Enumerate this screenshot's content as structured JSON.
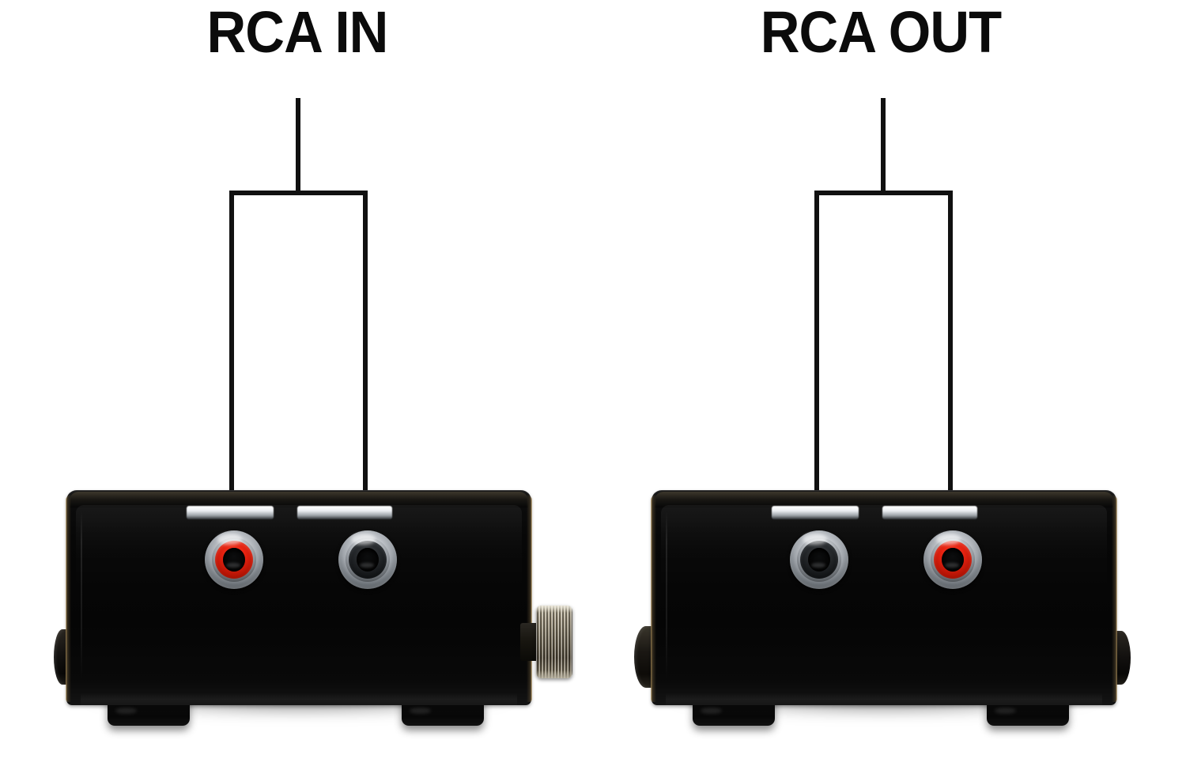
{
  "figure": {
    "type": "annotated-product-photo",
    "subject": "phono preamplifier rear panel connections",
    "background_color": "#ffffff",
    "annotation_color": "#111111"
  },
  "callouts": [
    {
      "id": "rca-in",
      "label": "RCA IN",
      "points_to": "left device stereo RCA input jack pair"
    },
    {
      "id": "rca-out",
      "label": "RCA OUT",
      "points_to": "right device stereo RCA output jack pair"
    }
  ],
  "devices": [
    {
      "id": "left-unit",
      "panel": "input",
      "body_color": "#070707",
      "jacks": [
        {
          "channel": "right",
          "collar_color": "#e2200f",
          "color_name": "red"
        },
        {
          "channel": "left",
          "collar_color": "#24272a",
          "color_name": "black"
        }
      ],
      "hardware": {
        "thumbscrew": "knurled metal ground thumbscrew on right edge",
        "thumbscrew_color": "#a89d84",
        "feet": 2
      }
    },
    {
      "id": "right-unit",
      "panel": "output",
      "body_color": "#070707",
      "jacks": [
        {
          "channel": "left",
          "collar_color": "#24272a",
          "color_name": "black"
        },
        {
          "channel": "right",
          "collar_color": "#e2200f",
          "color_name": "red"
        }
      ],
      "hardware": {
        "thumbscrew": "knurled metal ground thumbscrew partially visible on left edge",
        "thumbscrew_color": "#a89d84",
        "feet": 2
      }
    }
  ]
}
